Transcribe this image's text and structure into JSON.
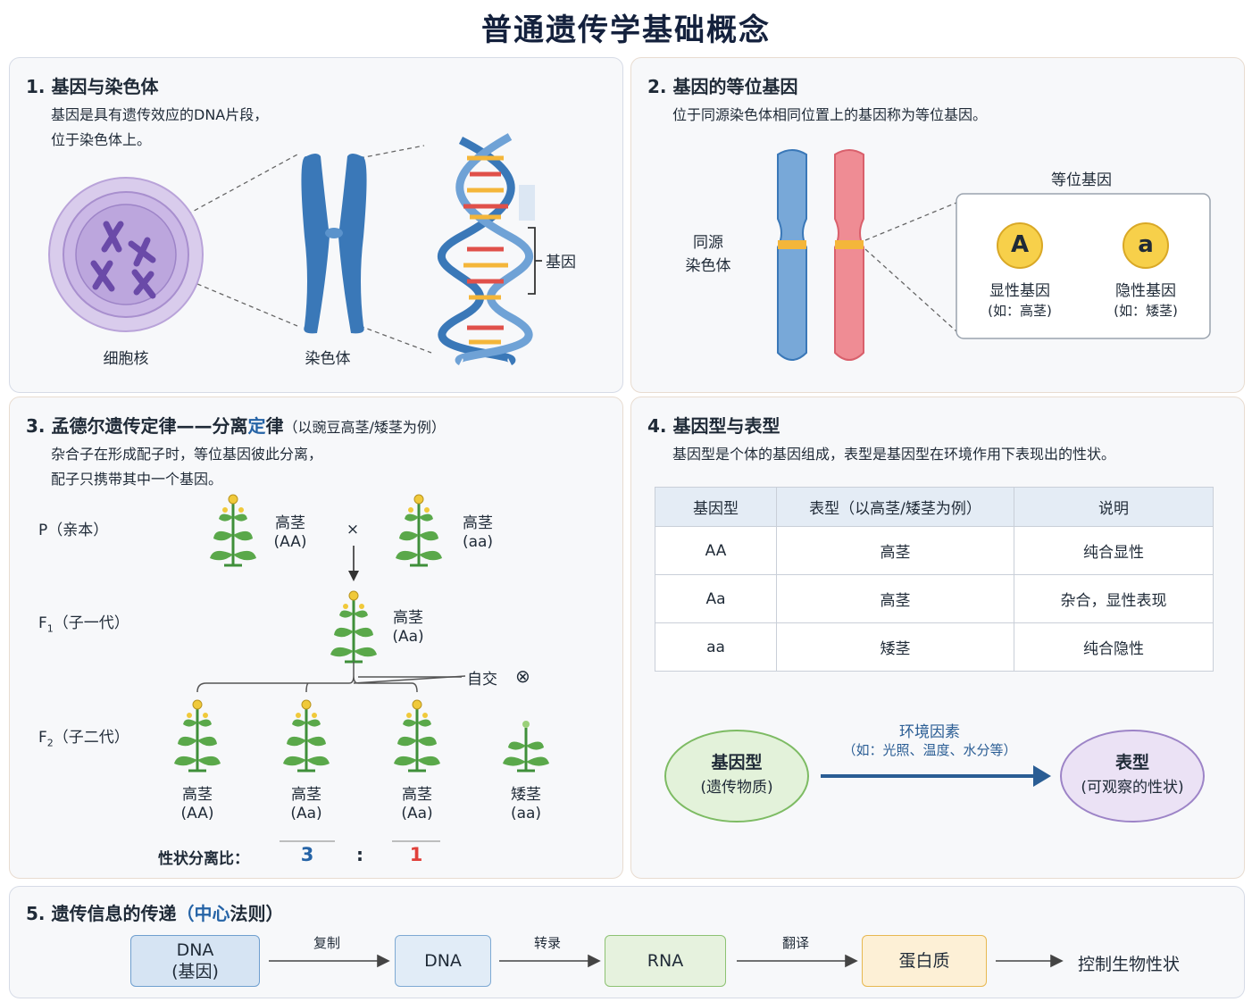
{
  "title": "普通遗传学基础概念",
  "p1": {
    "heading": "1. 基因与染色体",
    "desc1": "基因是具有遗传效应的DNA片段，",
    "desc2": "位于染色体上。",
    "nucleus": "细胞核",
    "chromosome": "染色体",
    "gene": "基因"
  },
  "p2": {
    "heading": "2. 基因的等位基因",
    "desc": "位于同源染色体相同位置上的基因称为等位基因。",
    "homolog1": "同源",
    "homolog2": "染色体",
    "allele_title": "等位基因",
    "dom_symbol": "A",
    "dom_label": "显性基因",
    "dom_example": "(如：高茎)",
    "rec_symbol": "a",
    "rec_label": "隐性基因",
    "rec_example": "(如：矮茎)"
  },
  "p3": {
    "heading_a": "3. 孟德尔遗传定律——分离",
    "heading_b": "定",
    "heading_c": "律",
    "heading_note": "（以豌豆高茎/矮茎为例）",
    "desc1": "杂合子在形成配子时，等位基因彼此分离，",
    "desc2": "配子只携带其中一个基因。",
    "p_label": "P（亲本）",
    "p1_trait": "高茎",
    "p1_geno": "(AA)",
    "cross": "×",
    "p2_trait": "高茎",
    "p2_geno": "(aa)",
    "f1_label_main": "F",
    "f1_label_sub": "1",
    "f1_label_rest": "（子一代）",
    "f1_trait": "高茎",
    "f1_geno": "(Aa)",
    "self_cross": "自交",
    "self_symbol": "⊗",
    "f2_label_main": "F",
    "f2_label_sub": "2",
    "f2_label_rest": "（子二代）",
    "f2": [
      {
        "trait": "高茎",
        "geno": "(AA)"
      },
      {
        "trait": "高茎",
        "geno": "(Aa)"
      },
      {
        "trait": "高茎",
        "geno": "(Aa)"
      },
      {
        "trait": "矮茎",
        "geno": "(aa)"
      }
    ],
    "ratio_label": "性状分离比：",
    "ratio_a": "3",
    "ratio_colon": ":",
    "ratio_b": "1"
  },
  "p4": {
    "heading": "4. 基因型与表型",
    "desc": "基因型是个体的基因组成，表型是基因型在环境作用下表现出的性状。",
    "headers": [
      "基因型",
      "表型（以高茎/矮茎为例）",
      "说明"
    ],
    "rows": [
      [
        "AA",
        "高茎",
        "纯合显性"
      ],
      [
        "Aa",
        "高茎",
        "杂合，显性表现"
      ],
      [
        "aa",
        "矮茎",
        "纯合隐性"
      ]
    ],
    "genotype": "基因型",
    "genotype_sub": "(遗传物质)",
    "env": "环境因素",
    "env_sub": "（如：光照、温度、水分等）",
    "phenotype": "表型",
    "phenotype_sub": "(可观察的性状)"
  },
  "p5": {
    "heading_a": "5. 遗传信息的传递",
    "heading_b": "（中心",
    "heading_c": "法则）",
    "box1a": "DNA",
    "box1b": "(基因)",
    "step1": "复制",
    "box2": "DNA",
    "step2": "转录",
    "box3": "RNA",
    "step3": "翻译",
    "box4": "蛋白质",
    "end": "控制生物性状"
  },
  "colors": {
    "chromosome_blue": "#3a78b8",
    "chromosome_red": "#ef8c94",
    "gene_band": "#f4b63a",
    "nucleus": "#b9a3d9",
    "dominant_ratio": "#2563a6",
    "recessive_ratio": "#e0403a",
    "genotype_fill": "#e3f2da",
    "phenotype_fill": "#ebe2f5"
  }
}
